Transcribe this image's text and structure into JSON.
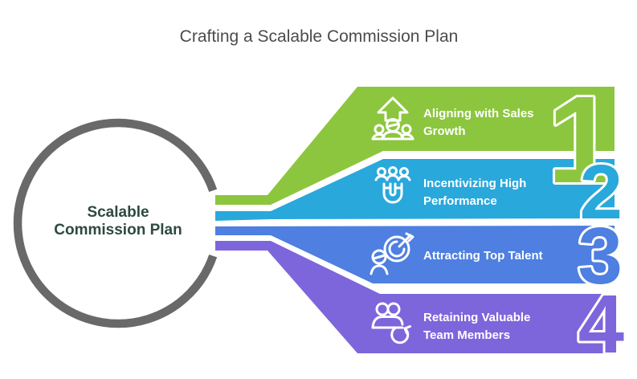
{
  "title": "Crafting a Scalable Commission Plan",
  "center_circle": {
    "line1": "Scalable",
    "line2": "Commission Plan"
  },
  "bands": [
    {
      "number": "1",
      "label_line1": "Aligning with Sales",
      "label_line2": "Growth",
      "color": "#8CC63E",
      "icon": "growth-arrow-people-icon"
    },
    {
      "number": "2",
      "label_line1": "Incentivizing High",
      "label_line2": "Performance",
      "color": "#29A8DC",
      "icon": "magnet-people-icon"
    },
    {
      "number": "3",
      "label_line1": "Attracting Top Talent",
      "label_line2": "",
      "color": "#4E7FE1",
      "icon": "target-dart-person-icon"
    },
    {
      "number": "4",
      "label_line1": "Retaining Valuable",
      "label_line2": "Team Members",
      "color": "#7D66DB",
      "icon": "people-refresh-icon"
    }
  ],
  "colors": {
    "ring_gray": "#696969",
    "title_text": "#4C4C4C",
    "circle_text": "#2E4A40",
    "band_text": "#FFFFFF",
    "icon_stroke": "#FFFFFF",
    "background": "#FFFFFF"
  }
}
